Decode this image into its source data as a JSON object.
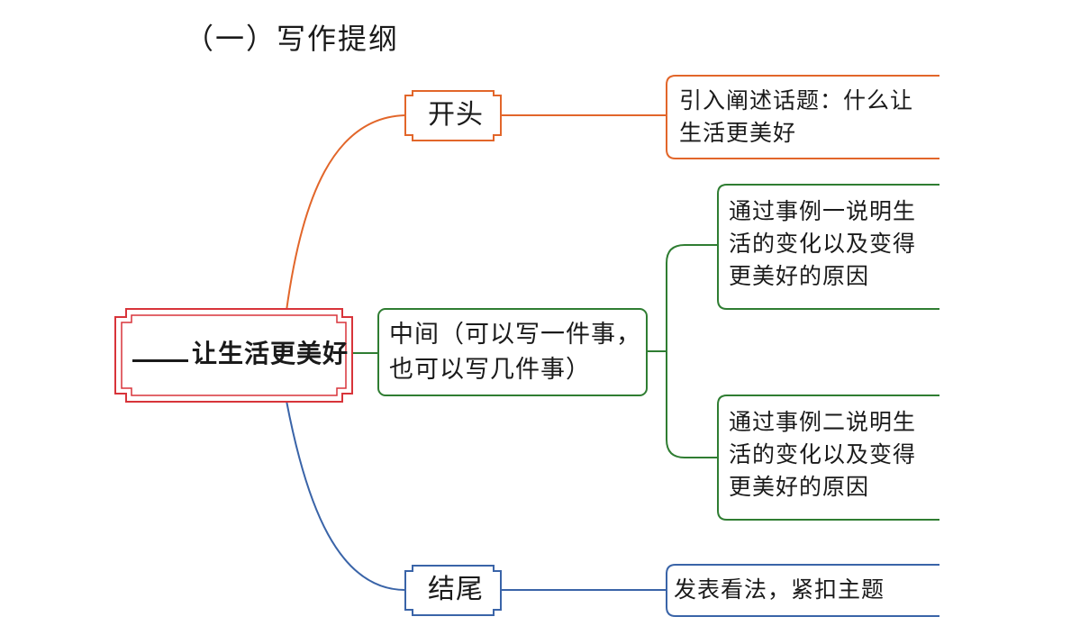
{
  "heading": "（一）写作提纲",
  "root": {
    "text": "让生活更美好",
    "color": "#d8343a"
  },
  "branches": {
    "opening": {
      "label": "开头",
      "color": "#e2662a",
      "detail_lines": [
        "引入阐述话题：什么让",
        "生活更美好"
      ]
    },
    "middle": {
      "label_lines": [
        "中间（可以写一件事，",
        "也可以写几件事）"
      ],
      "color": "#2f7d32",
      "details": [
        {
          "lines": [
            "通过事例一说明生",
            "活的变化以及变得",
            "更美好的原因"
          ]
        },
        {
          "lines": [
            "通过事例二说明生",
            "活的变化以及变得",
            "更美好的原因"
          ]
        }
      ]
    },
    "ending": {
      "label": "结尾",
      "color": "#3a64a8",
      "detail_lines": [
        "发表看法，紧扣主题"
      ]
    }
  }
}
